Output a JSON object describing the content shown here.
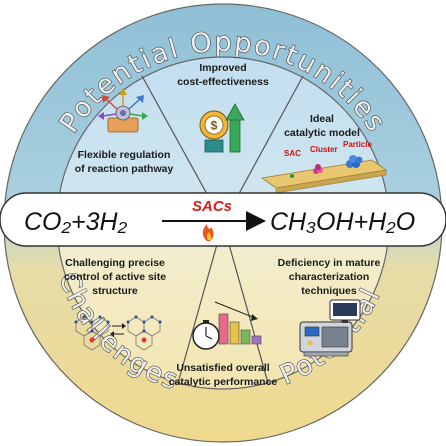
{
  "ring": {
    "top_text": "Potential Opportunities",
    "bottom_left_text": "Challenges",
    "bottom_right_text": "Potential"
  },
  "center_bar": {
    "left_equation": "CO₂+3H₂",
    "catalyst_label": "SACs",
    "right_equation": "CH₃OH+H₂O"
  },
  "segments": {
    "opp1": {
      "line1": "Flexible regulation",
      "line2": "of reaction pathway"
    },
    "opp2": {
      "line1": "Improved",
      "line2": "cost-effectiveness"
    },
    "opp3": {
      "line1": "Ideal",
      "line2": "catalytic model"
    },
    "ch1": {
      "line1": "Challenging precise",
      "line2": "control of active site",
      "line3": "structure"
    },
    "ch2": {
      "line1": "Unsatisfied overall",
      "line2": "catalytic performance"
    },
    "ch3": {
      "line1": "Deficiency in mature",
      "line2": "characterization",
      "line3": "techniques"
    }
  },
  "model_labels": {
    "sac": "SAC",
    "cluster": "Cluster",
    "particle": "Particle"
  },
  "colors": {
    "ring_top": "#9ec8dc",
    "ring_bottom": "#ecdb9c",
    "inner_top": "#bcdbea",
    "inner_bottom": "#f4ebc0",
    "accent_red": "#e31b1b",
    "bar": "#ffffff"
  },
  "icons": [
    "network-arrows-icon",
    "money-growth-icon",
    "catalyst-model-icon",
    "lattice-icon",
    "clock-chart-icon",
    "instrument-icon",
    "flame-icon"
  ]
}
